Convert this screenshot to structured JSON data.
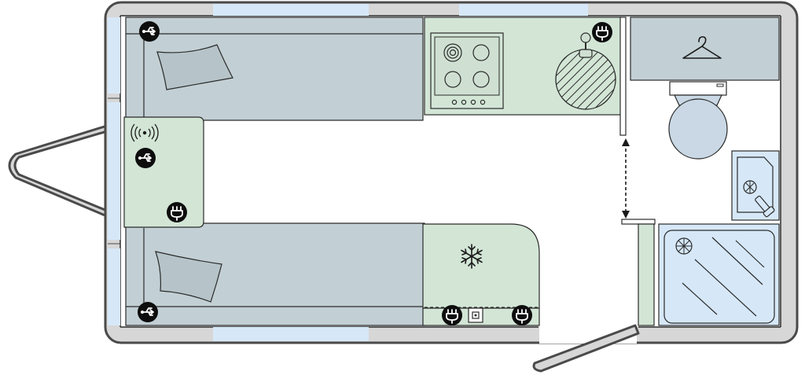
{
  "layout": {
    "zones": [
      "front-lounge-sofa-nearside",
      "front-lounge-sofa-offside",
      "front-chest",
      "kitchen",
      "fridge",
      "wardrobe",
      "washroom",
      "shower"
    ]
  },
  "icons": {
    "usb": "usb-icon",
    "mains_socket": "mains-socket-icon",
    "wifi_speaker": "wireless-icon",
    "hob": "hob-icon",
    "sink": "sink-icon",
    "fridge": "snowflake-icon",
    "hanger": "coat-hanger-icon",
    "toilet": "toilet-icon",
    "basin": "basin-icon",
    "shower_tray": "shower-tray-icon",
    "tv_aerial": "tv-aerial-socket-icon",
    "cushion": "cushion-icon"
  },
  "colors": {
    "outline": "#4a4a4a",
    "shell": "#d7d7d7",
    "sofa": "#c2cfd4",
    "kitchen": "#d3e6d6",
    "window": "#d6e8f8",
    "floor": "#ffffff",
    "icon": "#0d0d0d"
  }
}
